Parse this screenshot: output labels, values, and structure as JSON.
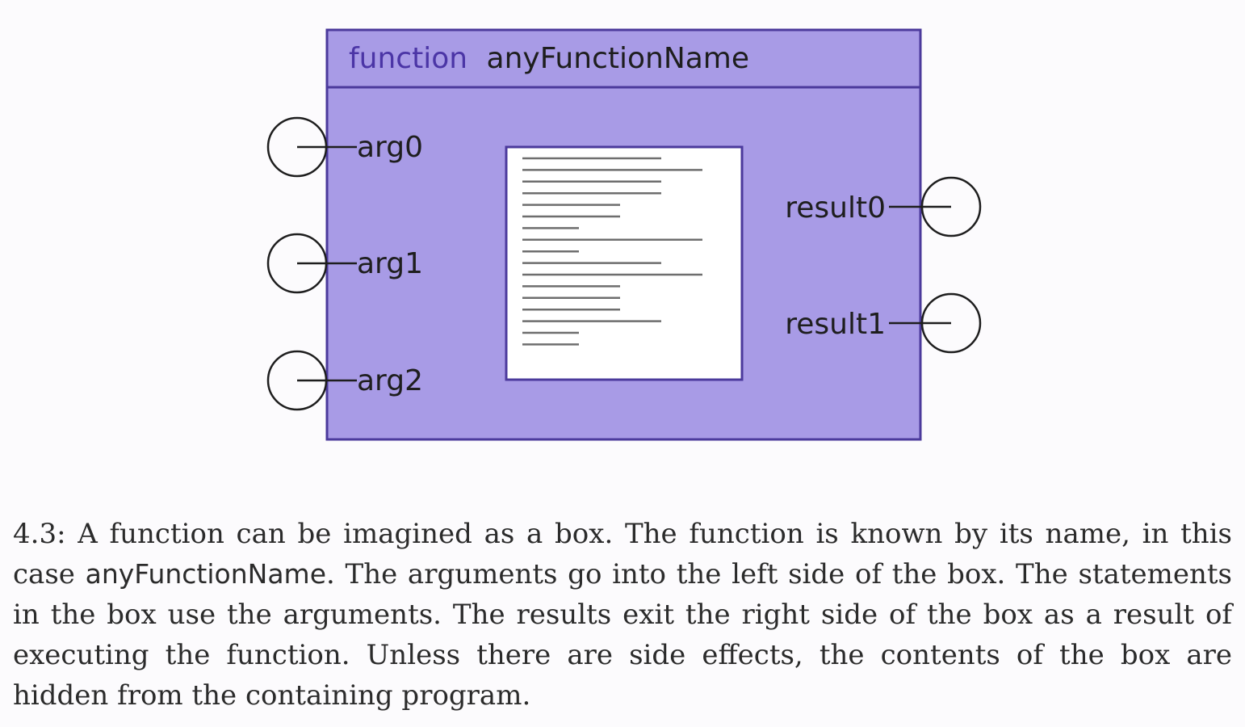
{
  "diagram": {
    "header": {
      "keyword": "function",
      "name": "anyFunctionName"
    },
    "args": [
      "arg0",
      "arg1",
      "arg2"
    ],
    "results": [
      "result0",
      "result1"
    ],
    "statement_lines": 17,
    "colors": {
      "box_fill": "#a89be6",
      "box_border": "#4b3a9c",
      "keyword": "#4b35a6",
      "name": "#1e1e1e",
      "body_fill": "#ffffff",
      "statement_line": "#6e6e6e"
    }
  },
  "caption": {
    "label": "4.3: A function can be imagined as a box. The function is known by its name, in this case",
    "code": "anyFunctionName",
    "text": ". The arguments go into the left side of the box. The statements in the box use the arguments. The results exit the right side of the box as a result of executing the function. Unless there are side effects, the contents of the box are hidden from the containing program."
  }
}
